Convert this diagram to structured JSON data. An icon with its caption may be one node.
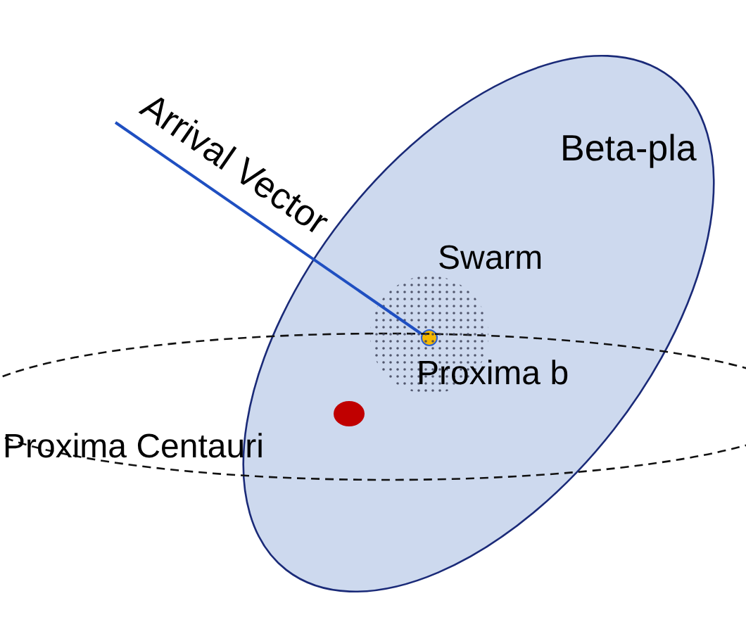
{
  "diagram": {
    "nodes": [
      {
        "text": [
          "Beta-pla"
        ]
      },
      {
        "text": [],
        "shape": "circle",
        "in": 0,
        "beside": [
          "Proxima b"
        ]
      }
    ],
    "edges": [
      {
        "from": null,
        "to": 1,
        "arrow": "none",
        "label": "Arrival Vector"
      }
    ],
    "labels": [
      "Swarm",
      "Proxima Centauri"
    ]
  }
}
